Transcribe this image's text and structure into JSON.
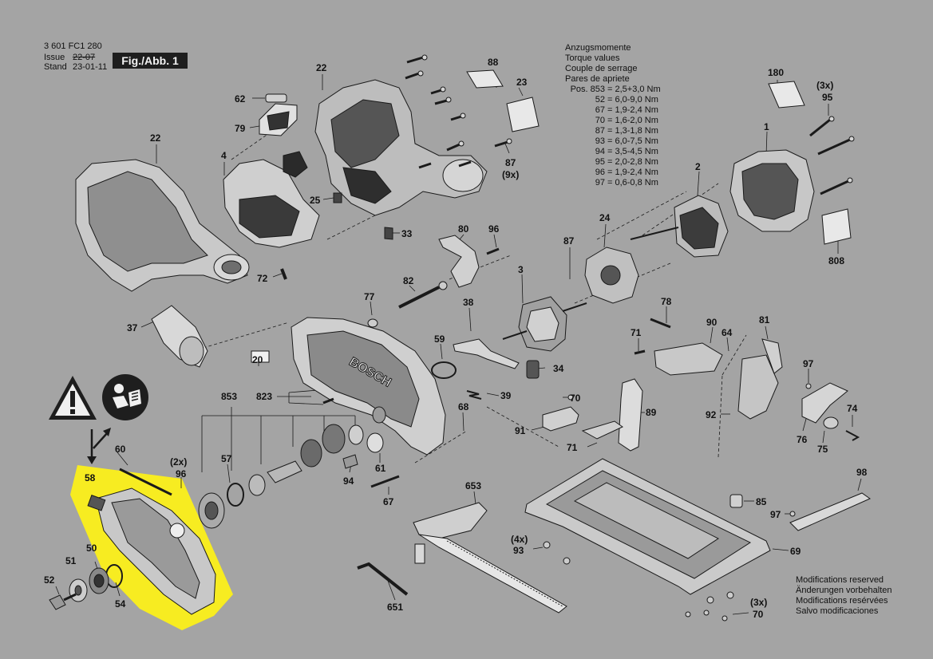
{
  "header": {
    "drawing_no": "3 601 FC1 280",
    "issue_label": "Issue",
    "issue_old": "22-07",
    "stand_label": "Stand",
    "stand_date": "23-01-11",
    "figure": "Fig./Abb. 1"
  },
  "torque": {
    "title_lines": [
      "Anzugsmomente",
      "Torque values",
      "Couple de serrage",
      "Pares de apriete"
    ],
    "rows": [
      {
        "pos": "Pos. 853",
        "value": "= 2,5+3,0 Nm"
      },
      {
        "pos": "52",
        "value": "= 6,0-9,0 Nm"
      },
      {
        "pos": "67",
        "value": "= 1,9-2,4 Nm"
      },
      {
        "pos": "70",
        "value": "= 1,6-2,0 Nm"
      },
      {
        "pos": "87",
        "value": "= 1,3-1,8 Nm"
      },
      {
        "pos": "93",
        "value": "= 6,0-7,5 Nm"
      },
      {
        "pos": "94",
        "value": "= 3,5-4,5 Nm"
      },
      {
        "pos": "95",
        "value": "= 2,0-2,8 Nm"
      },
      {
        "pos": "96",
        "value": "= 1,9-2,4 Nm"
      },
      {
        "pos": "97",
        "value": "= 0,6-0,8 Nm"
      }
    ]
  },
  "footer": {
    "lines": [
      "Modifications reserved",
      "Änderungen vorbehalten",
      "Modifications resérvées",
      "Salvo modificaciones"
    ]
  },
  "callouts": {
    "p22a": "22",
    "p22b": "22",
    "p62": "62",
    "p79": "79",
    "p4": "4",
    "p25": "25",
    "p33": "33",
    "p72": "72",
    "p37": "37",
    "p20": "20",
    "p823": "823",
    "p853": "853",
    "p60": "60",
    "p58": "58",
    "p51": "51",
    "p50": "50",
    "p52": "52",
    "p54": "54",
    "p2x": "(2x)",
    "p96a": "96",
    "p57": "57",
    "p94": "94",
    "p61": "61",
    "p67": "67",
    "p68": "68",
    "p59": "59",
    "p39": "39",
    "p38": "38",
    "p77": "77",
    "p82": "82",
    "p80": "80",
    "p96b": "96",
    "p88": "88",
    "p23": "23",
    "p87a": "87",
    "p9x": "(9x)",
    "p180": "180",
    "p3x_top": "(3x)",
    "p95": "95",
    "p1": "1",
    "p2": "2",
    "p24": "24",
    "p87b": "87",
    "p3": "3",
    "p808": "808",
    "p34": "34",
    "p78": "78",
    "p71a": "71",
    "p90": "90",
    "p64": "64",
    "p81": "81",
    "p97a": "97",
    "p70a": "70",
    "p91": "91",
    "p89": "89",
    "p71b": "71",
    "p92": "92",
    "p74": "74",
    "p76": "76",
    "p75": "75",
    "p653": "653",
    "p4x": "(4x)",
    "p93": "93",
    "p651": "651",
    "p85": "85",
    "p98": "98",
    "p97b": "97",
    "p69": "69",
    "p3x_bot": "(3x)",
    "p70b": "70"
  },
  "colors": {
    "background": "#a4a4a4",
    "highlight": "#f7ec21",
    "ink": "#111111",
    "part_light": "#dcdcdc",
    "part_mid": "#8c8c8c",
    "part_dark": "#2a2a2a"
  },
  "icons": [
    "warning-triangle-icon",
    "read-manual-icon"
  ]
}
